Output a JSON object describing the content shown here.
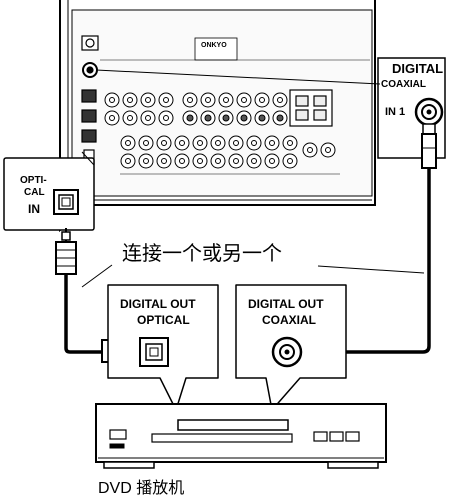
{
  "receiver": {
    "brand": "ONKYO",
    "digital_label": "DIGITAL",
    "coaxial_label": "COAXIAL",
    "in_label": "IN 1"
  },
  "optical_panel": {
    "label_line1": "OPTI-",
    "label_line2": "CAL",
    "label_line3": "IN"
  },
  "connect_text": "连接一个或另一个",
  "dvd": {
    "optical_out_line1": "DIGITAL OUT",
    "optical_out_line2": "OPTICAL",
    "coaxial_out_line1": "DIGITAL OUT",
    "coaxial_out_line2": "COAXIAL",
    "player_label": "DVD 播放机"
  }
}
